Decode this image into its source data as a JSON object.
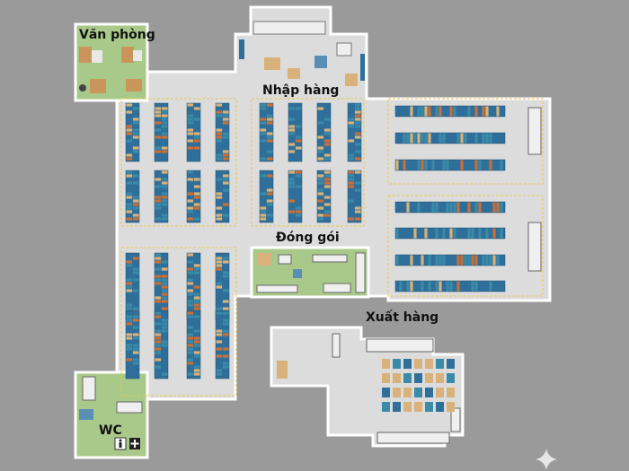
{
  "labels": {
    "office": "Văn phòng",
    "receiving": "Nhập hàng",
    "packing": "Đóng gói",
    "shipping": "Xuất hàng",
    "restroom": "WC"
  },
  "colors": {
    "background": "#9a9a9a",
    "floor": "#dcdcdc",
    "wall": "#ffffff",
    "zone_green": "#a9c98a",
    "rack_blue": "#2f6f9a",
    "rack_teal": "#3a8aa8",
    "aisle_line": "#e8c94a",
    "box_tan": "#d8b27a",
    "box_orange": "#c8703a"
  },
  "icons": [
    "sparkle-icon",
    "restroom-icon",
    "first-aid-icon"
  ]
}
